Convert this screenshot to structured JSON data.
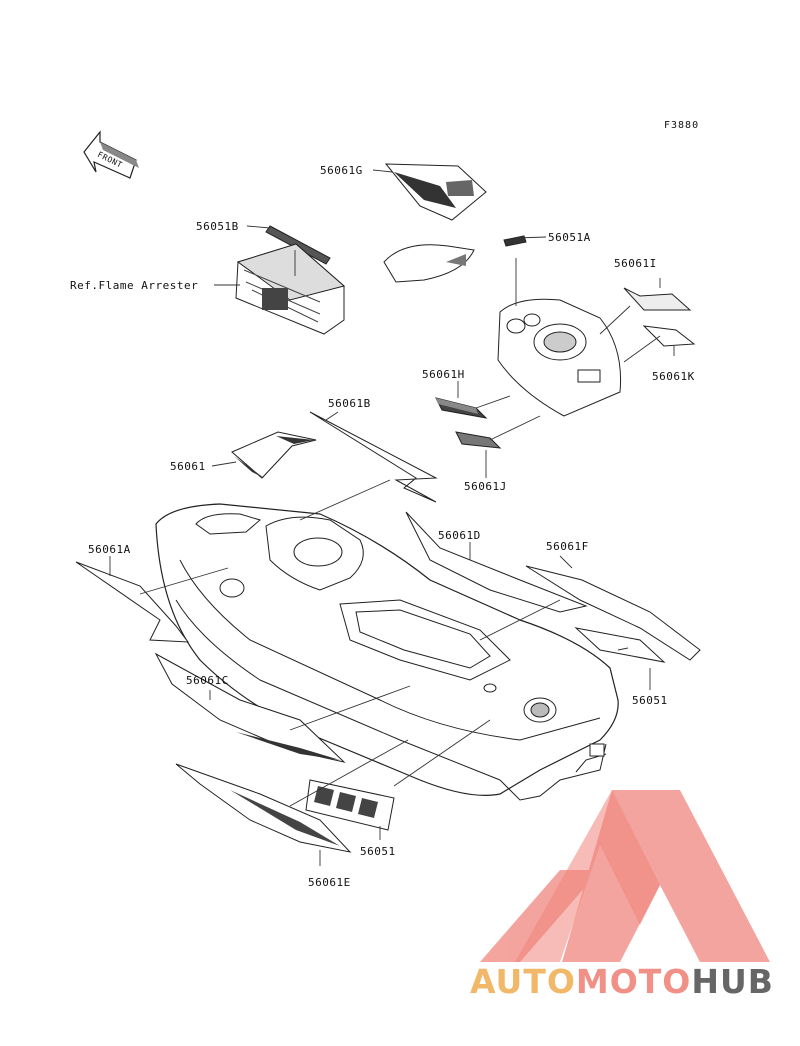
{
  "figure_code": "F3880",
  "front_arrow_text": "FRONT",
  "labels": {
    "p56061G": "56061G",
    "p56051B": "56051B",
    "ref_flame": "Ref.Flame Arrester",
    "p56051A": "56051A",
    "p56061I": "56061I",
    "p56061K": "56061K",
    "p56061H": "56061H",
    "p56061B": "56061B",
    "p56061": "56061",
    "p56061J": "56061J",
    "p56061D": "56061D",
    "p56061F": "56061F",
    "p56061A": "56061A",
    "p56051_right": "56051",
    "p56061C": "56061C",
    "p56051_bottom": "56051",
    "p56061E": "56061E"
  },
  "watermark": {
    "part1": "AUTO",
    "part2": "MOTO",
    "part3": "HUB",
    "color1": "#f2b86a",
    "color2": "#f09087",
    "color3": "#666666",
    "logo_color": "#f3a099"
  },
  "colors": {
    "line": "#222222",
    "fill": "#ffffff"
  }
}
